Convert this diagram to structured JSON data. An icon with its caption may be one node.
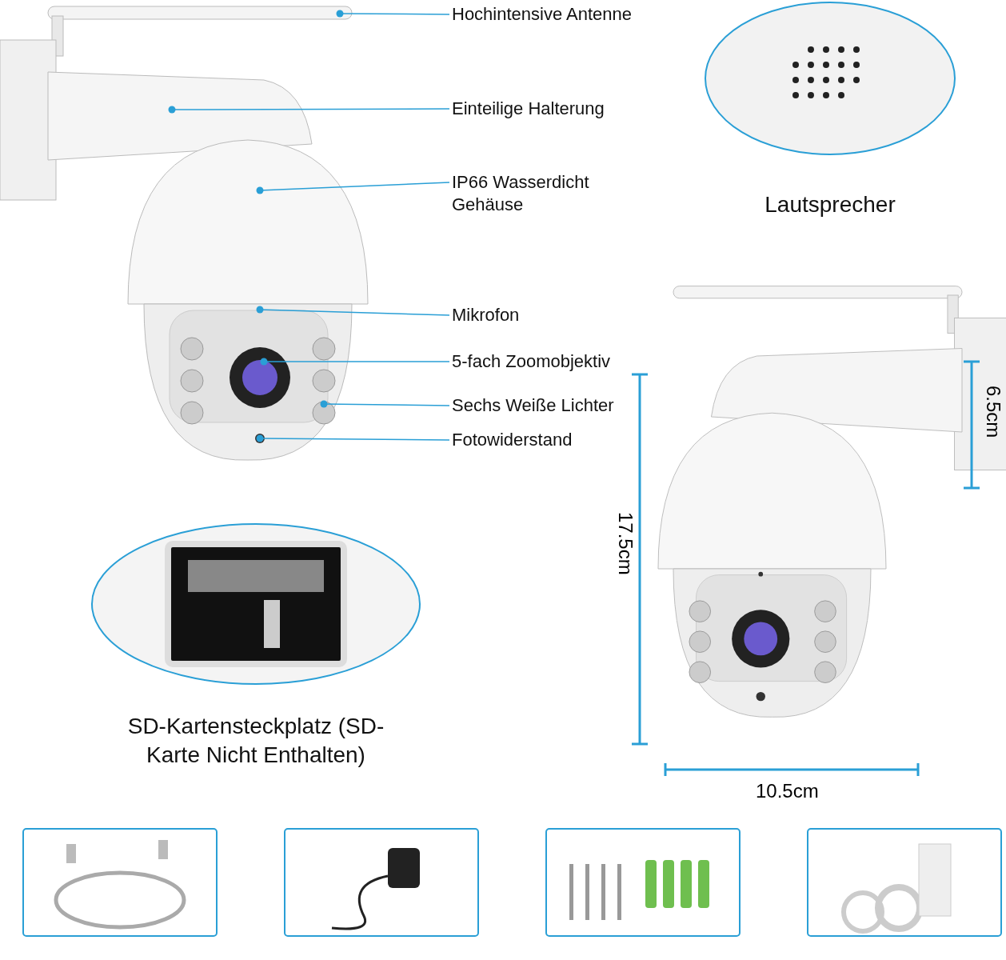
{
  "diagram": {
    "nodes": [
      {
        "text": [
          "Hochintensive Antenne"
        ]
      },
      {
        "text": [
          "Einteilige Halterung"
        ]
      },
      {
        "text": [
          "IP66 Wasserdicht Gehäuse"
        ]
      },
      {
        "text": [
          "Mikrofon"
        ]
      },
      {
        "text": [
          "5-fach Zoomobjektiv"
        ]
      },
      {
        "text": [
          "Sechs Weiße Lichter"
        ]
      },
      {
        "text": [
          "Fotowiderstand"
        ]
      },
      {
        "text": [
          "Lautsprecher"
        ]
      },
      {
        "text": [
          "SD-Kartensteckplatz (SD-Karte Nicht Enthalten)"
        ]
      },
      {
        "text": [],
        "shape": "box"
      },
      {
        "text": [],
        "shape": "box"
      },
      {
        "text": [],
        "shape": "box"
      },
      {
        "text": [],
        "shape": "box"
      }
    ],
    "edges": [
      {
        "from": 0,
        "to": null,
        "arrow": "other"
      },
      {
        "from": 1,
        "to": null,
        "arrow": "other"
      },
      {
        "from": 2,
        "to": null,
        "arrow": "other"
      },
      {
        "from": 3,
        "to": null,
        "arrow": "other"
      },
      {
        "from": 4,
        "to": null,
        "arrow": "other"
      },
      {
        "from": 5,
        "to": null,
        "arrow": "other"
      },
      {
        "from": 6,
        "to": null,
        "arrow": "other"
      }
    ],
    "labels": [
      "6.5cm",
      "17.5cm",
      "10.5cm"
    ]
  }
}
